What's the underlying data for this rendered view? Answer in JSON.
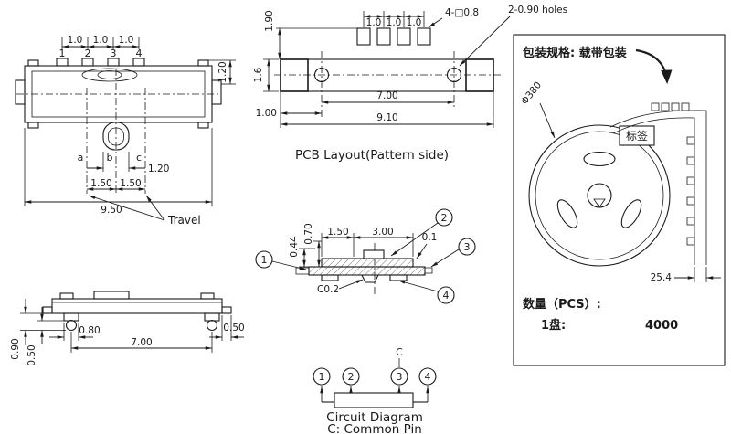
{
  "top_view": {
    "pitch_dims": [
      "1.0",
      "1.0",
      "1.0"
    ],
    "pins": [
      "1",
      "2",
      "3",
      "4"
    ],
    "height_dim": "1.20",
    "pos_labels": [
      "a",
      "b",
      "c"
    ],
    "knob_width": "1.20",
    "travel_dims": [
      "1.50",
      "1.50"
    ],
    "overall_width": "9.50",
    "travel_label": "Travel"
  },
  "pcb_layout": {
    "title": "PCB Layout(Pattern side)",
    "pad_height": "1.90",
    "pad_pitch": [
      "1.0",
      "1.0",
      "1.0"
    ],
    "pads_note": "4-□0.8",
    "holes_note": "2-0.90  holes",
    "strip_height": "1.6",
    "hole_pitch": "7.00",
    "edge_offset": "1.00",
    "overall_width": "9.10"
  },
  "packaging": {
    "title": "包装规格: 载带包装",
    "reel_diameter": "Φ380",
    "label_tag": "标签",
    "tape_width": "25.4",
    "qty_label": "数量（PCS）:",
    "per_reel_label": "1盘:",
    "per_reel_qty": "4000"
  },
  "side_view": {
    "foot_width": "0.80",
    "foot_pitch": "7.00",
    "lead_dim": "0.50",
    "height_dim": "0.90",
    "ball_dim": "0.50"
  },
  "section_view": {
    "callouts": [
      "1",
      "2",
      "3",
      "4"
    ],
    "dim_a": "0.44",
    "dim_b": "0.70",
    "dim_c": "1.50",
    "dim_d": "3.00",
    "dim_e": "0.1",
    "chamfer": "C0.2"
  },
  "circuit": {
    "common": "C",
    "pins": [
      "1",
      "2",
      "3",
      "4"
    ],
    "title": "Circuit Diagram",
    "subtitle": "C: Common Pin"
  }
}
